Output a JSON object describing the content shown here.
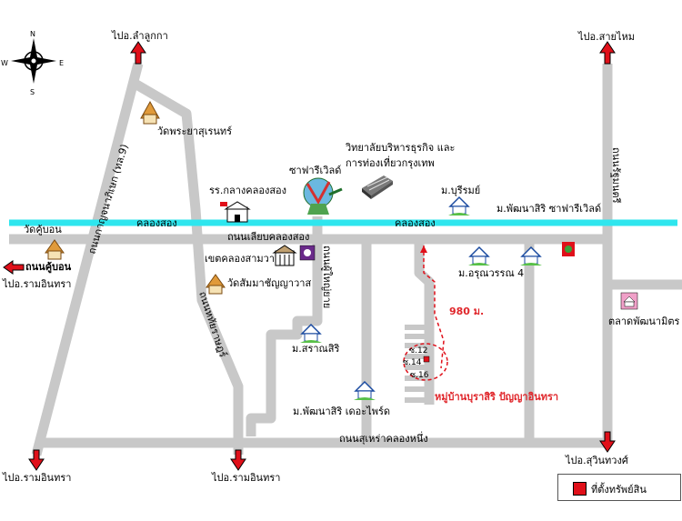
{
  "compass": {
    "n": "N",
    "s": "S",
    "e": "E",
    "w": "W"
  },
  "destinations": {
    "top_left": "ไปอ.ลำลูกกา",
    "top_right": "ไปอ.สายไหม",
    "left_road": "ถนนคู้บอน",
    "left_sub": "ไปอ.รามอินทรา",
    "bottom_left": "ไปอ.รามอินทรา",
    "bottom_mid": "ไปอ.รามอินทรา",
    "bottom_right": "ไปอ.สุวินทวงศ์"
  },
  "roads": {
    "canal": "คลองสอง",
    "canal2": "คลองสอง",
    "main": "ถนนเลียบคลองสอง",
    "bottom": "ถนนสุเหร่าคลองหนึ่ง",
    "left_diag": "ถนนกาญจนาภิเษก (ทล.9)",
    "mid_vert": "ถนนหทัยราษฎร์",
    "right_vert": "ถนนรัฐมนตรี",
    "center_vert": "ถนนผู้ใหญ่ยาย"
  },
  "places": {
    "wat_kubon": "วัดคู้บอน",
    "wat_phraya": "วัดพระยาสุเรนทร์",
    "school": "รร.กลางคลองสอง",
    "safari": "ซาฟารีเวิลด์",
    "college_1": "วิทยาลัยบริหารธุรกิจ และ",
    "college_2": "การท่องเที่ยวกรุงเทพ",
    "buriram": "ม.บุรีรมย์",
    "phatnasiri_safari": "ม.พัฒนาสิริ ซาฟารีเวิลด์",
    "khet": "เขตคลองสามวา",
    "wat_samma": "วัดสัมมาชัญญาวาส",
    "arun": "ม.อรุณวรรณ 4",
    "saransiri": "ม.สราณสิริ",
    "phatnasiri_ville": "ม.พัฒนาสิริ เดอะไพร์ด",
    "market": "ตลาดพัฒนามิตร",
    "soi12": "ซ.12",
    "soi14": "ซ.14",
    "soi16": "ซ.16",
    "distance": "980 ม.",
    "village": "หมู่บ้านบุราสิริ ปัญญาอินทรา"
  },
  "legend": {
    "label": "ที่ตั้งทรัพย์สิน"
  },
  "colors": {
    "road": "#c8c8c8",
    "canal": "#2ee6ee",
    "arrow": "#e0101a",
    "marker": "#e0101a"
  }
}
